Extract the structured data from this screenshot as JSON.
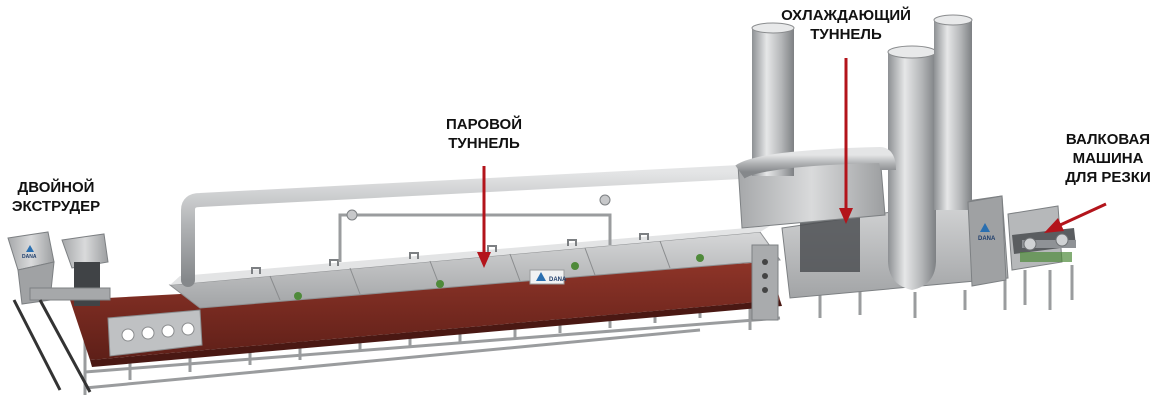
{
  "labels": {
    "extruder": {
      "line1": "ДВОЙНОЙ",
      "line2": "ЭКСТРУДЕР"
    },
    "steam_tunnel": {
      "line1": "ПАРОВОЙ",
      "line2": "ТУННЕЛЬ"
    },
    "cooling_tunnel": {
      "line1": "ОХЛАЖДАЮЩИЙ",
      "line2": "ТУННЕЛЬ"
    },
    "roller_cutter": {
      "line1": "ВАЛКОВАЯ",
      "line2": "МАШИНА",
      "line3": "ДЛЯ РЕЗКИ"
    }
  },
  "colors": {
    "arrow": "#b3141b",
    "steel": "#b9bbbd",
    "conveyor": "#7a2a22",
    "label": "#111111"
  },
  "logos": [
    "DANA",
    "DANA",
    "DANA"
  ]
}
